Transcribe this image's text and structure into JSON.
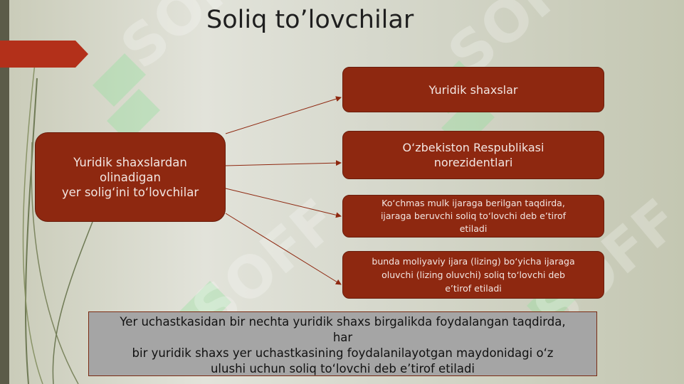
{
  "slide": {
    "title": "Soliq to’lovchilar"
  },
  "diagram": {
    "source": "Yuridik shaxslardan\nolinadigan\nyer solig‘ini to‘lovchilar",
    "targets": [
      "Yuridik shaxslar",
      "O‘zbekiston Respublikasi\nnorezidentlari",
      "Ko‘chmas mulk ijaraga berilgan taqdirda,\nijaraga beruvchi soliq to‘lovchi deb e’tirof\netiladi",
      "bunda moliyaviy ijara (lizing) bo‘yicha ijaraga\noluvchi (lizing oluvchi) soliq to‘lovchi deb\ne’tirof etiladi"
    ],
    "note": "Yer uchastkasidan bir nechta yuridik shaxs birgalikda foydalangan taqdirda,\nhar\nbir yuridik shaxs yer uchastkasining foydalanilayotgan maydonidagi o‘z\nulushi uchun soliq to‘lovchi deb e’tirof etiladi"
  },
  "colors": {
    "box": "#8e2810",
    "note_bg": "#a5a5a5",
    "accent_bar": "#5b5b48",
    "watermark": "#8ee29a"
  },
  "watermark": {
    "text": "SOFF"
  }
}
